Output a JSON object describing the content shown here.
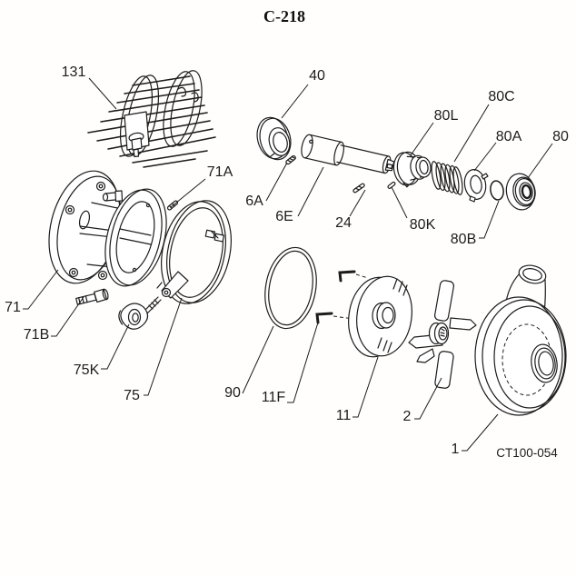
{
  "title": "C-218",
  "drawing_code": "CT100-054",
  "colors": {
    "line": "#1c1c1c",
    "background": "#ffffff"
  },
  "callouts": [
    {
      "text": "131"
    },
    {
      "text": "71A"
    },
    {
      "text": "71"
    },
    {
      "text": "71B"
    },
    {
      "text": "75K"
    },
    {
      "text": "75"
    },
    {
      "text": "40"
    },
    {
      "text": "6A"
    },
    {
      "text": "6E"
    },
    {
      "text": "24"
    },
    {
      "text": "80L"
    },
    {
      "text": "80C"
    },
    {
      "text": "80A"
    },
    {
      "text": "80"
    },
    {
      "text": "80K"
    },
    {
      "text": "80B"
    },
    {
      "text": "90"
    },
    {
      "text": "11F"
    },
    {
      "text": "11"
    },
    {
      "text": "2"
    },
    {
      "text": "1"
    }
  ]
}
